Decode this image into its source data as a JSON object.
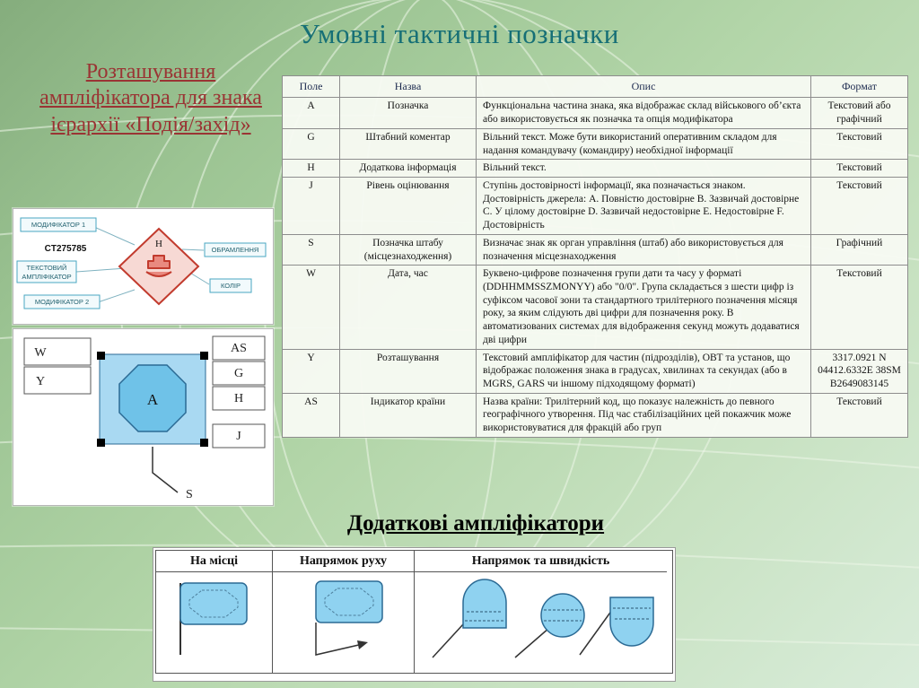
{
  "title": "Умовні тактичні позначки",
  "left_heading": "Розташування ампліфікатора для знака ієрархії «Подія/захід»",
  "colors": {
    "title_teal": "#166f76",
    "heading_red": "#9a3434",
    "symbol_blue": "#8fd2f0",
    "symbol_blue_dark": "#5fb6e0",
    "diamond_red": "#c23b2e",
    "frame_blue_fill": "#a9d9f2"
  },
  "table": {
    "headers": [
      "Поле",
      "Назва",
      "Опис",
      "Формат"
    ],
    "rows": [
      {
        "field": "A",
        "name": "Позначка",
        "desc": "Функціональна частина знака, яка відображає склад військового об’єкта або використовується як позначка та опція модифікатора",
        "format": "Текстовий або графічний"
      },
      {
        "field": "G",
        "name": "Штабний коментар",
        "desc": "Вільний текст. Може бути використаний оперативним складом для надання командувачу (командиру) необхідної інформації",
        "format": "Текстовий"
      },
      {
        "field": "H",
        "name": "Додаткова інформація",
        "desc": "Вільний текст.",
        "format": "Текстовий"
      },
      {
        "field": "J",
        "name": "Рівень оцінювання",
        "desc": "Ступінь достовірності інформації, яка позначається знаком. Достовірність джерела: A. Повністю достовірне B. Зазвичай достовірне C. У цілому достовірне D. Зазвичай недостовірне E. Недостовірне F. Достовірність",
        "format": "Текстовий"
      },
      {
        "field": "S",
        "name": "Позначка штабу (місцезнаходження)",
        "desc": "Визначає знак як орган управління (штаб) або використовується для позначення місцезнаходження",
        "format": "Графічний"
      },
      {
        "field": "W",
        "name": "Дата, час",
        "desc": "Буквено-цифрове позначення групи дати та часу у форматі (DDHHMMSSZMONYY) або \"0/0\". Група складається з шести цифр із суфіксом часової зони та стандартного трилітерного позначення місяця року, за яким слідують дві цифри для позначення року. В автоматизованих системах для відображення секунд можуть додаватися дві цифри",
        "format": "Текстовий"
      },
      {
        "field": "Y",
        "name": "Розташування",
        "desc": "Текстовий ампліфікатор для частин (підрозділів), ОВТ та установ, що відображає положення знака в градусах, хвилинах та секундах (або в MGRS, GARS чи іншому підходящому форматі)",
        "format": "3317.0921 N 04412.6332E 38SM B2649083145"
      },
      {
        "field": "AS",
        "name": "Індикатор країни",
        "desc": "Назва країни: Трилітерний код, що показує належність до певного географічного утворення. Під час стабілізаційних цей покажчик може використовуватися для фракцій або груп",
        "format": "Текстовий"
      }
    ]
  },
  "diagram1": {
    "modifier1": "МОДИФІКАТОР 1",
    "code": "CT275785",
    "text_amplifier_line1": "ТЕКСТОВИЙ",
    "text_amplifier_line2": "АМПЛІФІКАТОР",
    "modifier2": "МОДИФІКАТОР 2",
    "frame": "ОБРАМЛЕННЯ",
    "color": "КОЛІР",
    "h": "H"
  },
  "diagram2": {
    "w": "W",
    "y": "Y",
    "a": "A",
    "as": "AS",
    "g": "G",
    "h": "H",
    "j": "J",
    "s": "S"
  },
  "subheading": "Додаткові ампліфікатори",
  "bottom": {
    "headers": [
      "На місці",
      "Напрямок руху",
      "Напрямок та швидкість"
    ]
  }
}
